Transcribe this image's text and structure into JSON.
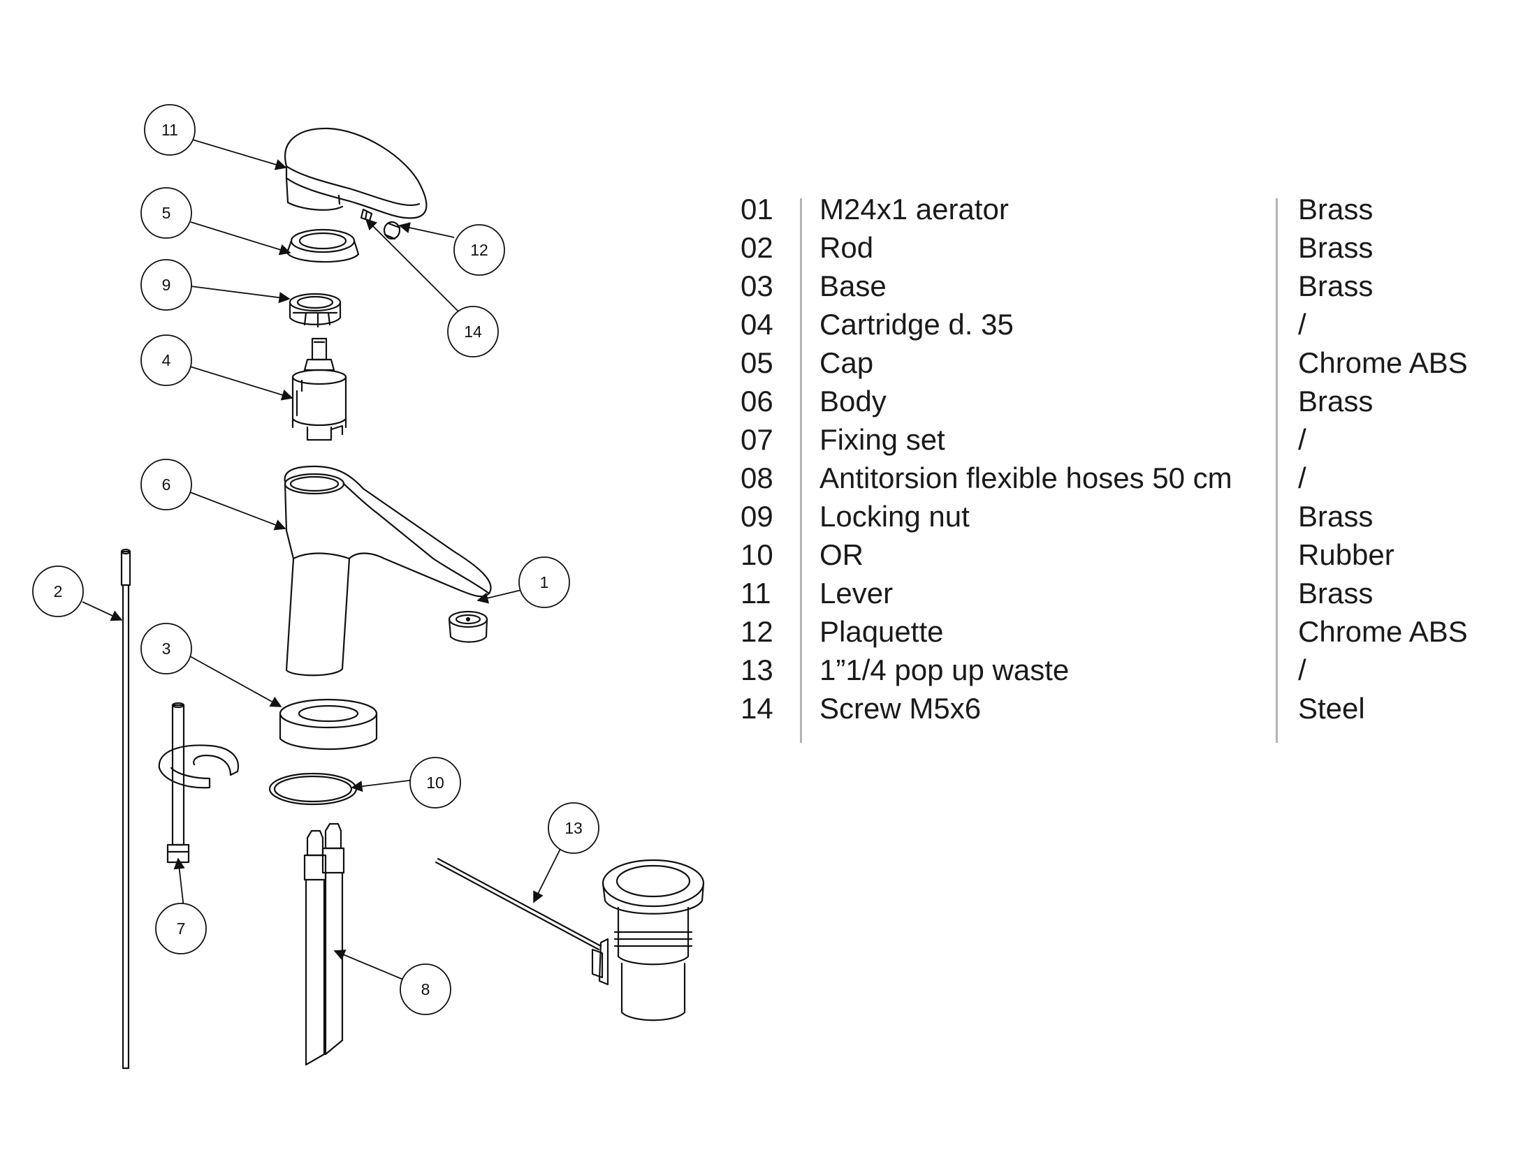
{
  "callouts": [
    "1",
    "2",
    "3",
    "4",
    "5",
    "6",
    "7",
    "8",
    "9",
    "10",
    "11",
    "12",
    "13",
    "14"
  ],
  "parts": [
    {
      "num": "01",
      "desc": "M24x1 aerator",
      "material": "Brass"
    },
    {
      "num": "02",
      "desc": "Rod",
      "material": "Brass"
    },
    {
      "num": "03",
      "desc": "Base",
      "material": "Brass"
    },
    {
      "num": "04",
      "desc": "Cartridge d. 35",
      "material": "/"
    },
    {
      "num": "05",
      "desc": "Cap",
      "material": "Chrome ABS"
    },
    {
      "num": "06",
      "desc": "Body",
      "material": "Brass"
    },
    {
      "num": "07",
      "desc": "Fixing set",
      "material": "/"
    },
    {
      "num": "08",
      "desc": "Antitorsion flexible hoses 50 cm",
      "material": "/"
    },
    {
      "num": "09",
      "desc": "Locking nut",
      "material": "Brass"
    },
    {
      "num": "10",
      "desc": "OR",
      "material": "Rubber"
    },
    {
      "num": "11",
      "desc": "Lever",
      "material": "Brass"
    },
    {
      "num": "12",
      "desc": "Plaquette",
      "material": "Chrome ABS"
    },
    {
      "num": "13",
      "desc": "1”1/4 pop up waste",
      "material": "/"
    },
    {
      "num": "14",
      "desc": "Screw M5x6",
      "material": "Steel"
    }
  ]
}
